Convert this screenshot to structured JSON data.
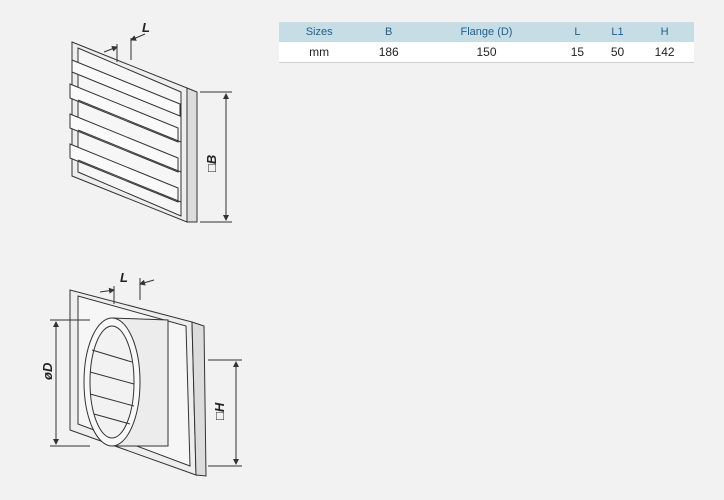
{
  "table": {
    "headers": [
      "Sizes",
      "B",
      "Flange (D)",
      "L",
      "L1",
      "H"
    ],
    "row": [
      "mm",
      "186",
      "150",
      "15",
      "50",
      "142"
    ]
  },
  "drawing1": {
    "dim_L": "L",
    "dim_B": "□B"
  },
  "drawing2": {
    "dim_L": "L",
    "dim_D": "øD",
    "dim_H": "□H"
  }
}
